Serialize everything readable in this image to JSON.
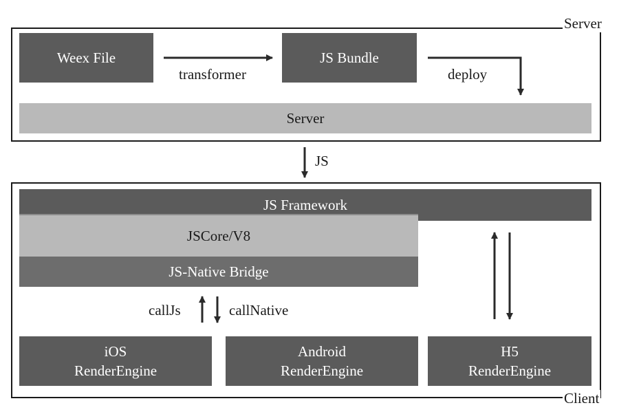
{
  "server_zone": {
    "label": "Server",
    "weex_file": "Weex File",
    "js_bundle": "JS Bundle",
    "transformer": "transformer",
    "deploy": "deploy",
    "server_bar": "Server"
  },
  "transfer_label": "JS",
  "client_zone": {
    "label": "Client",
    "js_framework": "JS Framework",
    "jscore": "JSCore/V8",
    "bridge": "JS-Native Bridge",
    "call_js": "callJs",
    "call_native": "callNative",
    "ios": {
      "line1": "iOS",
      "line2": "RenderEngine"
    },
    "android": {
      "line1": "Android",
      "line2": "RenderEngine"
    },
    "h5": {
      "line1": "H5",
      "line2": "RenderEngine"
    }
  }
}
